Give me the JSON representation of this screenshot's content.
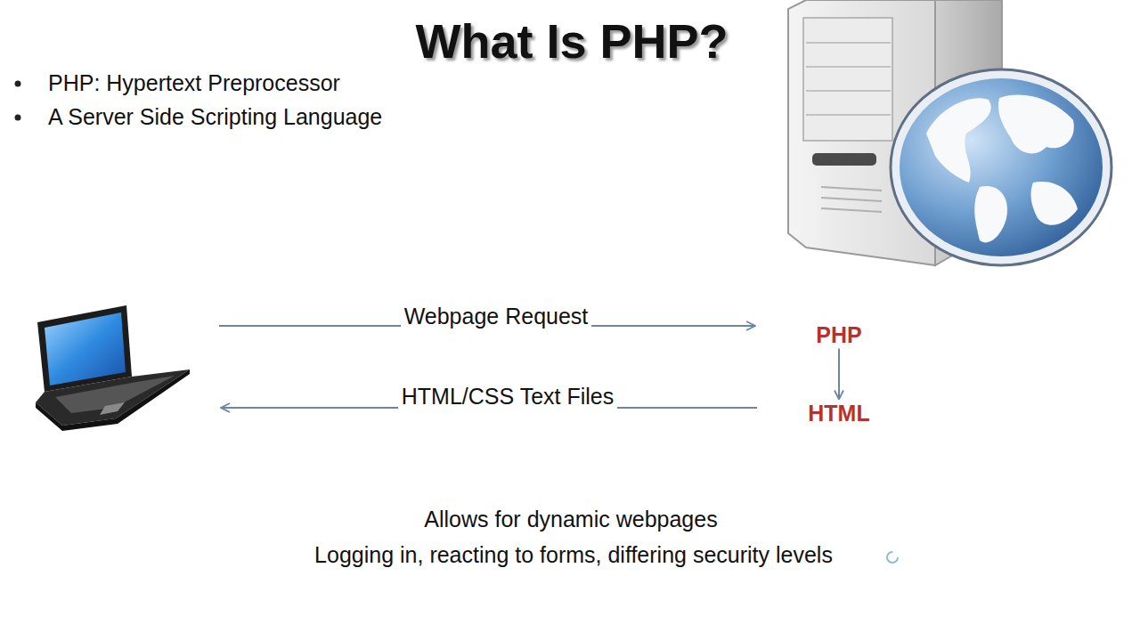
{
  "diagram": {
    "title": "What Is PHP?",
    "nodes": [
      {
        "text": [
          "PHP"
        ]
      },
      {
        "text": [
          "HTML"
        ]
      }
    ],
    "edges": [
      {
        "from": 0,
        "to": 1,
        "arrow": "to"
      }
    ],
    "labels": [
      "PHP: Hypertext Preprocessor",
      "A Server Side Scripting Language",
      "Webpage Request",
      "HTML/CSS Text Files",
      "Allows for dynamic webpages",
      "Logging in, reacting to forms, differing security levels"
    ]
  }
}
